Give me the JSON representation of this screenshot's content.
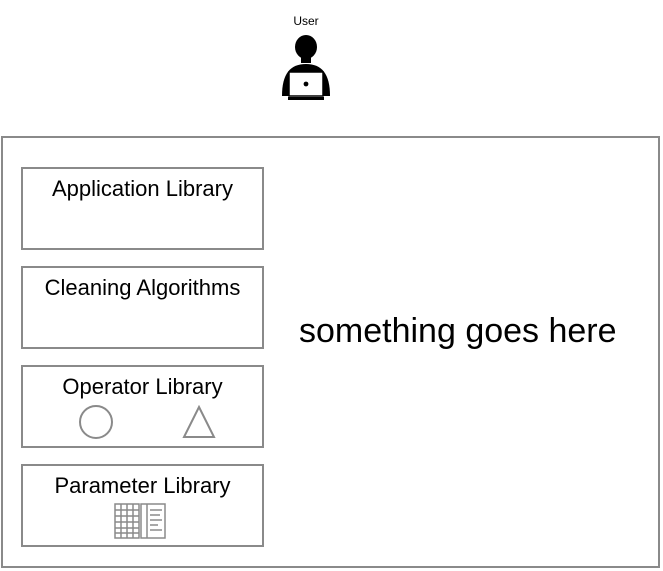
{
  "user": {
    "label": "User",
    "icon": "user-laptop-icon"
  },
  "libraries": [
    {
      "title": "Application Library"
    },
    {
      "title": "Cleaning Algorithms"
    },
    {
      "title": "Operator Library",
      "icons": [
        "circle-icon",
        "triangle-icon"
      ]
    },
    {
      "title": "Parameter Library",
      "icons": [
        "table-icon"
      ]
    }
  ],
  "main": {
    "placeholder": "something goes here"
  },
  "colors": {
    "border": "#8a8a8a",
    "icon_stroke": "#8a8a8a",
    "text": "#000000"
  }
}
